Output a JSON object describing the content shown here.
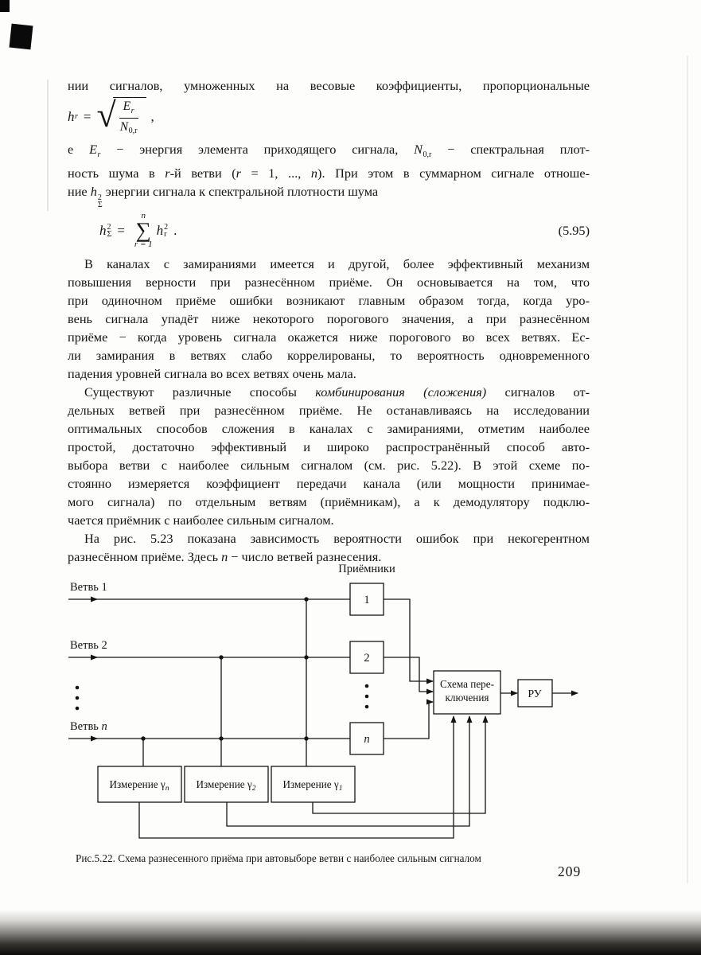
{
  "page": {
    "number": "209"
  },
  "content": {
    "top_line": "нии сигналов, умноженных на весовые коэффициенты, пропорциональные",
    "formula_h": {
      "lhs": "h",
      "lhs_sub": "r",
      "equals": "=",
      "radical": "√",
      "num_base": "E",
      "num_sub": "r",
      "den_base": "N",
      "den_sub": "0,r",
      "comma": ","
    },
    "intro": {
      "l1": {
        "a": "е ",
        "e": "E",
        "e_sub": "r",
        "b": " − энергия элемента приходящего сигнала, ",
        "n": "N",
        "n_sub": "0,r",
        "c": " − спектральная плот-"
      },
      "l2": {
        "a": "ность шума в ",
        "r1": "r",
        "b": "-й ветви (",
        "r2": "r",
        "c": " = 1, ..., ",
        "n": "n",
        "d": "). При этом в суммарном сигнале отноше-"
      },
      "l3": {
        "a": "ние ",
        "h": "h",
        "h_sup": "2",
        "h_sub": "Σ",
        "b": " энергии сигнала к спектральной плотности шума"
      }
    },
    "formula_sum": {
      "lhs": "h",
      "lhs_sup": "2",
      "lhs_sub": "Σ",
      "equals": "=",
      "sigma": "∑",
      "upper": "n",
      "lower": "r = 1",
      "term": "h",
      "term_sup": "2",
      "term_sub": "r",
      "period": ".",
      "number": "(5.95)"
    },
    "para1": {
      "l1": "В каналах с замираниями имеется и другой, более эффективный механизм",
      "l2": "повышения верности при разнесённом приёме. Он основывается на том, что",
      "l3": "при одиночном приёме ошибки возникают главным образом тогда, когда уро-",
      "l4": "вень сигнала упадёт ниже некоторого порогового значения, а при разнесённом",
      "l5": "приёме − когда уровень сигнала окажется ниже порогового во всех ветвях. Ес-",
      "l6": "ли замирания в ветвях слабо коррелированы, то вероятность одновременного",
      "l7": "падения уровней сигнала во всех ветвях очень мала."
    },
    "para2": {
      "l1a": "Существуют различные способы ",
      "l1b": "комбинирования (сложения)",
      "l1c": " сигналов от-",
      "l2": "дельных ветвей при разнесённом приёме. Не останавливаясь на исследовании",
      "l3": "оптимальных способов сложения в каналах с замираниями, отметим наиболее",
      "l4": "простой, достаточно эффективный и широко распространённый способ авто-",
      "l5": "выбора ветви с наиболее сильным сигналом (см. рис. 5.22). В этой схеме по-",
      "l6": "стоянно измеряется коэффициент передачи канала (или мощности принимае-",
      "l7": "мого сигнала) по отдельным ветвям (приёмникам), а к демодулятору подклю-",
      "l8": "чается приёмник с наиболее сильным сигналом."
    },
    "para3": {
      "l1": "На рис. 5.23 показана зависимость вероятности ошибок при некогерентном",
      "l2a": "разнесённом приёме. Здесь ",
      "l2b": "n",
      "l2c": " − число ветвей разнесения."
    }
  },
  "figure": {
    "receivers_label": "Приёмники",
    "branches": [
      {
        "base": "Ветвь 1",
        "sym": ""
      },
      {
        "base": "Ветвь 2",
        "sym": ""
      },
      {
        "base": "Ветвь ",
        "sym": "n"
      }
    ],
    "receiver_boxes": {
      "b1": "1",
      "b2": "2",
      "bn": "n"
    },
    "switch_box": {
      "line1": "Схема пере-",
      "line2": "ключения"
    },
    "ru_label": "РУ",
    "measures": [
      {
        "label": "Измерение γ",
        "sub": "n"
      },
      {
        "label": "Измерение γ",
        "sub": "2"
      },
      {
        "label": "Измерение γ",
        "sub": "1"
      }
    ],
    "caption": "Рис.5.22.  Схема разнесенного приёма при автовыборе ветви с наиболее сильным сигналом"
  }
}
